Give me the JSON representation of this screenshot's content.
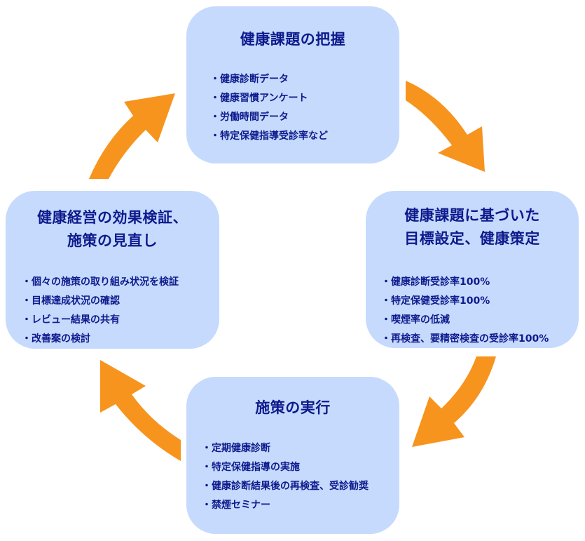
{
  "diagram": {
    "type": "cycle",
    "accent_colors": {
      "box_fill": "#c6dafd",
      "text": "#0e1a8c",
      "arrow": "#f7941e"
    },
    "bullet": "・",
    "steps": [
      {
        "id": "top",
        "title_lines": [
          "健康課題の把握"
        ],
        "bullets": [
          "健康診断データ",
          "健康習慣アンケート",
          "労働時間データ",
          "特定保健指導受診率など"
        ]
      },
      {
        "id": "right",
        "title_lines": [
          "健康課題に基づいた",
          "目標設定、健康策定"
        ],
        "bullets": [
          "健康診断受診率100%",
          "特定保健受診率100%",
          "喫煙率の低減",
          "再検査、要精密検査の受診率100%"
        ]
      },
      {
        "id": "bottom",
        "title_lines": [
          "施策の実行"
        ],
        "bullets": [
          "定期健康診断",
          "特定保健指導の実施",
          "健康診断結果後の再検査、受診勧奨",
          "禁煙セミナー"
        ]
      },
      {
        "id": "left",
        "title_lines": [
          "健康経営の効果検証、",
          "施策の見直し"
        ],
        "bullets": [
          "個々の施策の取り組み状況を検証",
          "目標達成状況の確認",
          "レビュー結果の共有",
          "改善案の検討"
        ]
      }
    ],
    "connections": [
      {
        "from": "top",
        "to": "right",
        "icon": "curved-arrow-down-right"
      },
      {
        "from": "right",
        "to": "bottom",
        "icon": "curved-arrow-down-left"
      },
      {
        "from": "bottom",
        "to": "left",
        "icon": "curved-arrow-up-left"
      },
      {
        "from": "left",
        "to": "top",
        "icon": "curved-arrow-up-right"
      }
    ]
  }
}
